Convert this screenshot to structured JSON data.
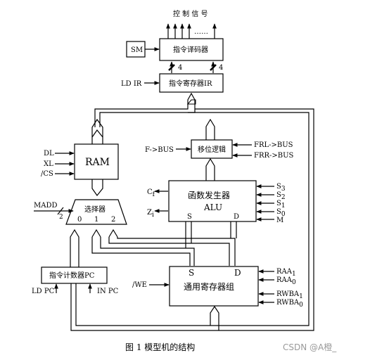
{
  "diagram": {
    "control_signals": "控 制 信 号",
    "ellipsis": "……",
    "sm": "SM",
    "instr_decoder": "指令译码器",
    "bits_left": "4",
    "bits_right": "4",
    "ld_ir": "LD IR",
    "instr_register": "指令寄存器IR",
    "ram": "RAM",
    "dl": "DL",
    "xl": "XL",
    "cs": "/CS",
    "f_bus": "F->BUS",
    "shift_logic": "移位逻辑",
    "frl_bus": "FRL->BUS",
    "frr_bus": "FRR->BUS",
    "cf": "C",
    "cf_sub": "f",
    "zi": "Z",
    "zi_sub": "i",
    "func_gen": "函数发生器",
    "alu": "ALU",
    "alu_s": "S",
    "alu_d": "D",
    "s3": "S",
    "s3_sub": "3",
    "s2": "S",
    "s2_sub": "2",
    "s1": "S",
    "s1_sub": "1",
    "s0": "S",
    "s0_sub": "0",
    "m": "M",
    "madd": "MADD",
    "madd_bits": "2",
    "selector": "选择器",
    "sel0": "0",
    "sel1": "1",
    "sel2": "2",
    "pc": "指令计数器PC",
    "ld_pc": "LD PC",
    "in_pc": "IN PC",
    "we": "/WE",
    "reg_s": "S",
    "reg_d": "D",
    "reg_file": "通用寄存器组",
    "raa1": "RAA",
    "raa1_sub": "1",
    "raa0": "RAA",
    "raa0_sub": "0",
    "rwba1": "RWBA",
    "rwba1_sub": "1",
    "rwba0": "RWBA",
    "rwba0_sub": "0"
  },
  "caption": "图 1    模型机的结构",
  "watermark": "CSDN @A橙_"
}
